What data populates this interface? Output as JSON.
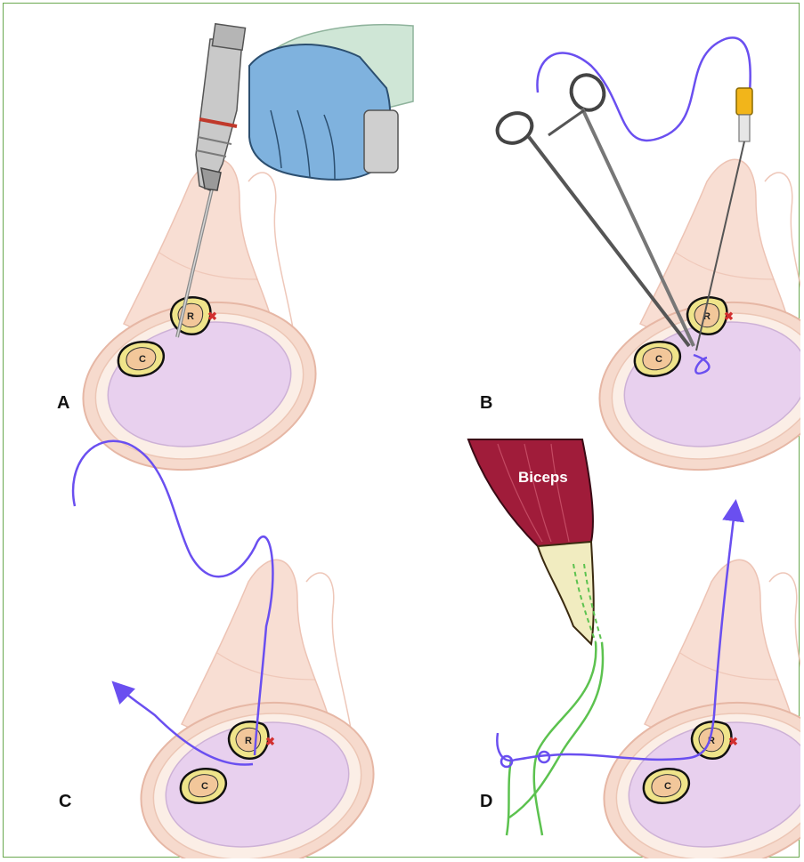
{
  "figure": {
    "panels": [
      {
        "letter": "A"
      },
      {
        "letter": "B"
      },
      {
        "letter": "C"
      },
      {
        "letter": "D"
      }
    ],
    "bone_labels": {
      "radius": "R",
      "ulna": "C"
    },
    "muscle_label": "Biceps"
  },
  "colors": {
    "frame_border": "#6aa84f",
    "suture": "#6a4ff0",
    "tendon_suture": "#5cc24f",
    "glove": "#7fb2de",
    "muscle": "#a01c3a",
    "skin": "#f4d2c4",
    "forearm_section": "#e8d0ee",
    "bone_cortex": "#efe48a",
    "bone_marrow": "#f2c79a",
    "marker": "#d22f2f"
  },
  "icons": [
    "drill-icon",
    "hemostat-icon",
    "needle-icon",
    "arrow-icon"
  ]
}
